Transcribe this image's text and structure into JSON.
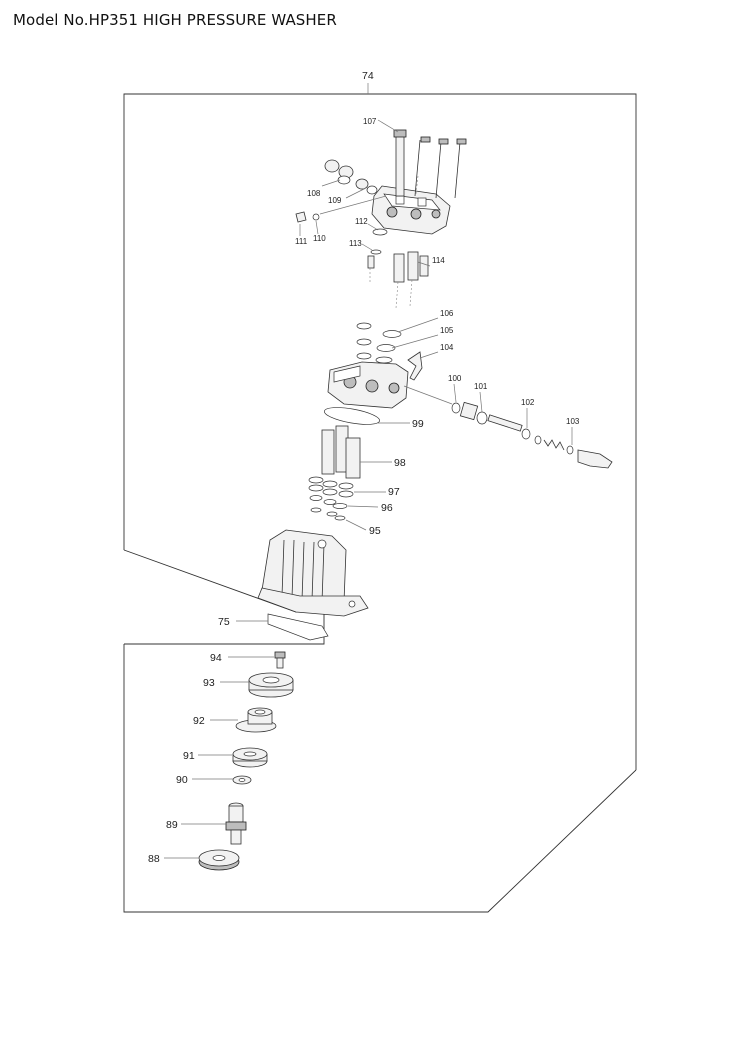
{
  "title": "Model No.HP351 HIGH PRESSURE WASHER",
  "labels": {
    "p74": "74",
    "p107": "107",
    "p108": "108",
    "p109": "109",
    "p110": "110",
    "p111": "111",
    "p112": "112",
    "p113": "113",
    "p114": "114",
    "p106": "106",
    "p105": "105",
    "p104": "104",
    "p100": "100",
    "p101": "101",
    "p102": "102",
    "p103": "103",
    "p99": "99",
    "p98": "98",
    "p97": "97",
    "p96": "96",
    "p95": "95",
    "p75": "75",
    "p94": "94",
    "p93": "93",
    "p92": "92",
    "p91": "91",
    "p90": "90",
    "p89": "89",
    "p88": "88"
  }
}
